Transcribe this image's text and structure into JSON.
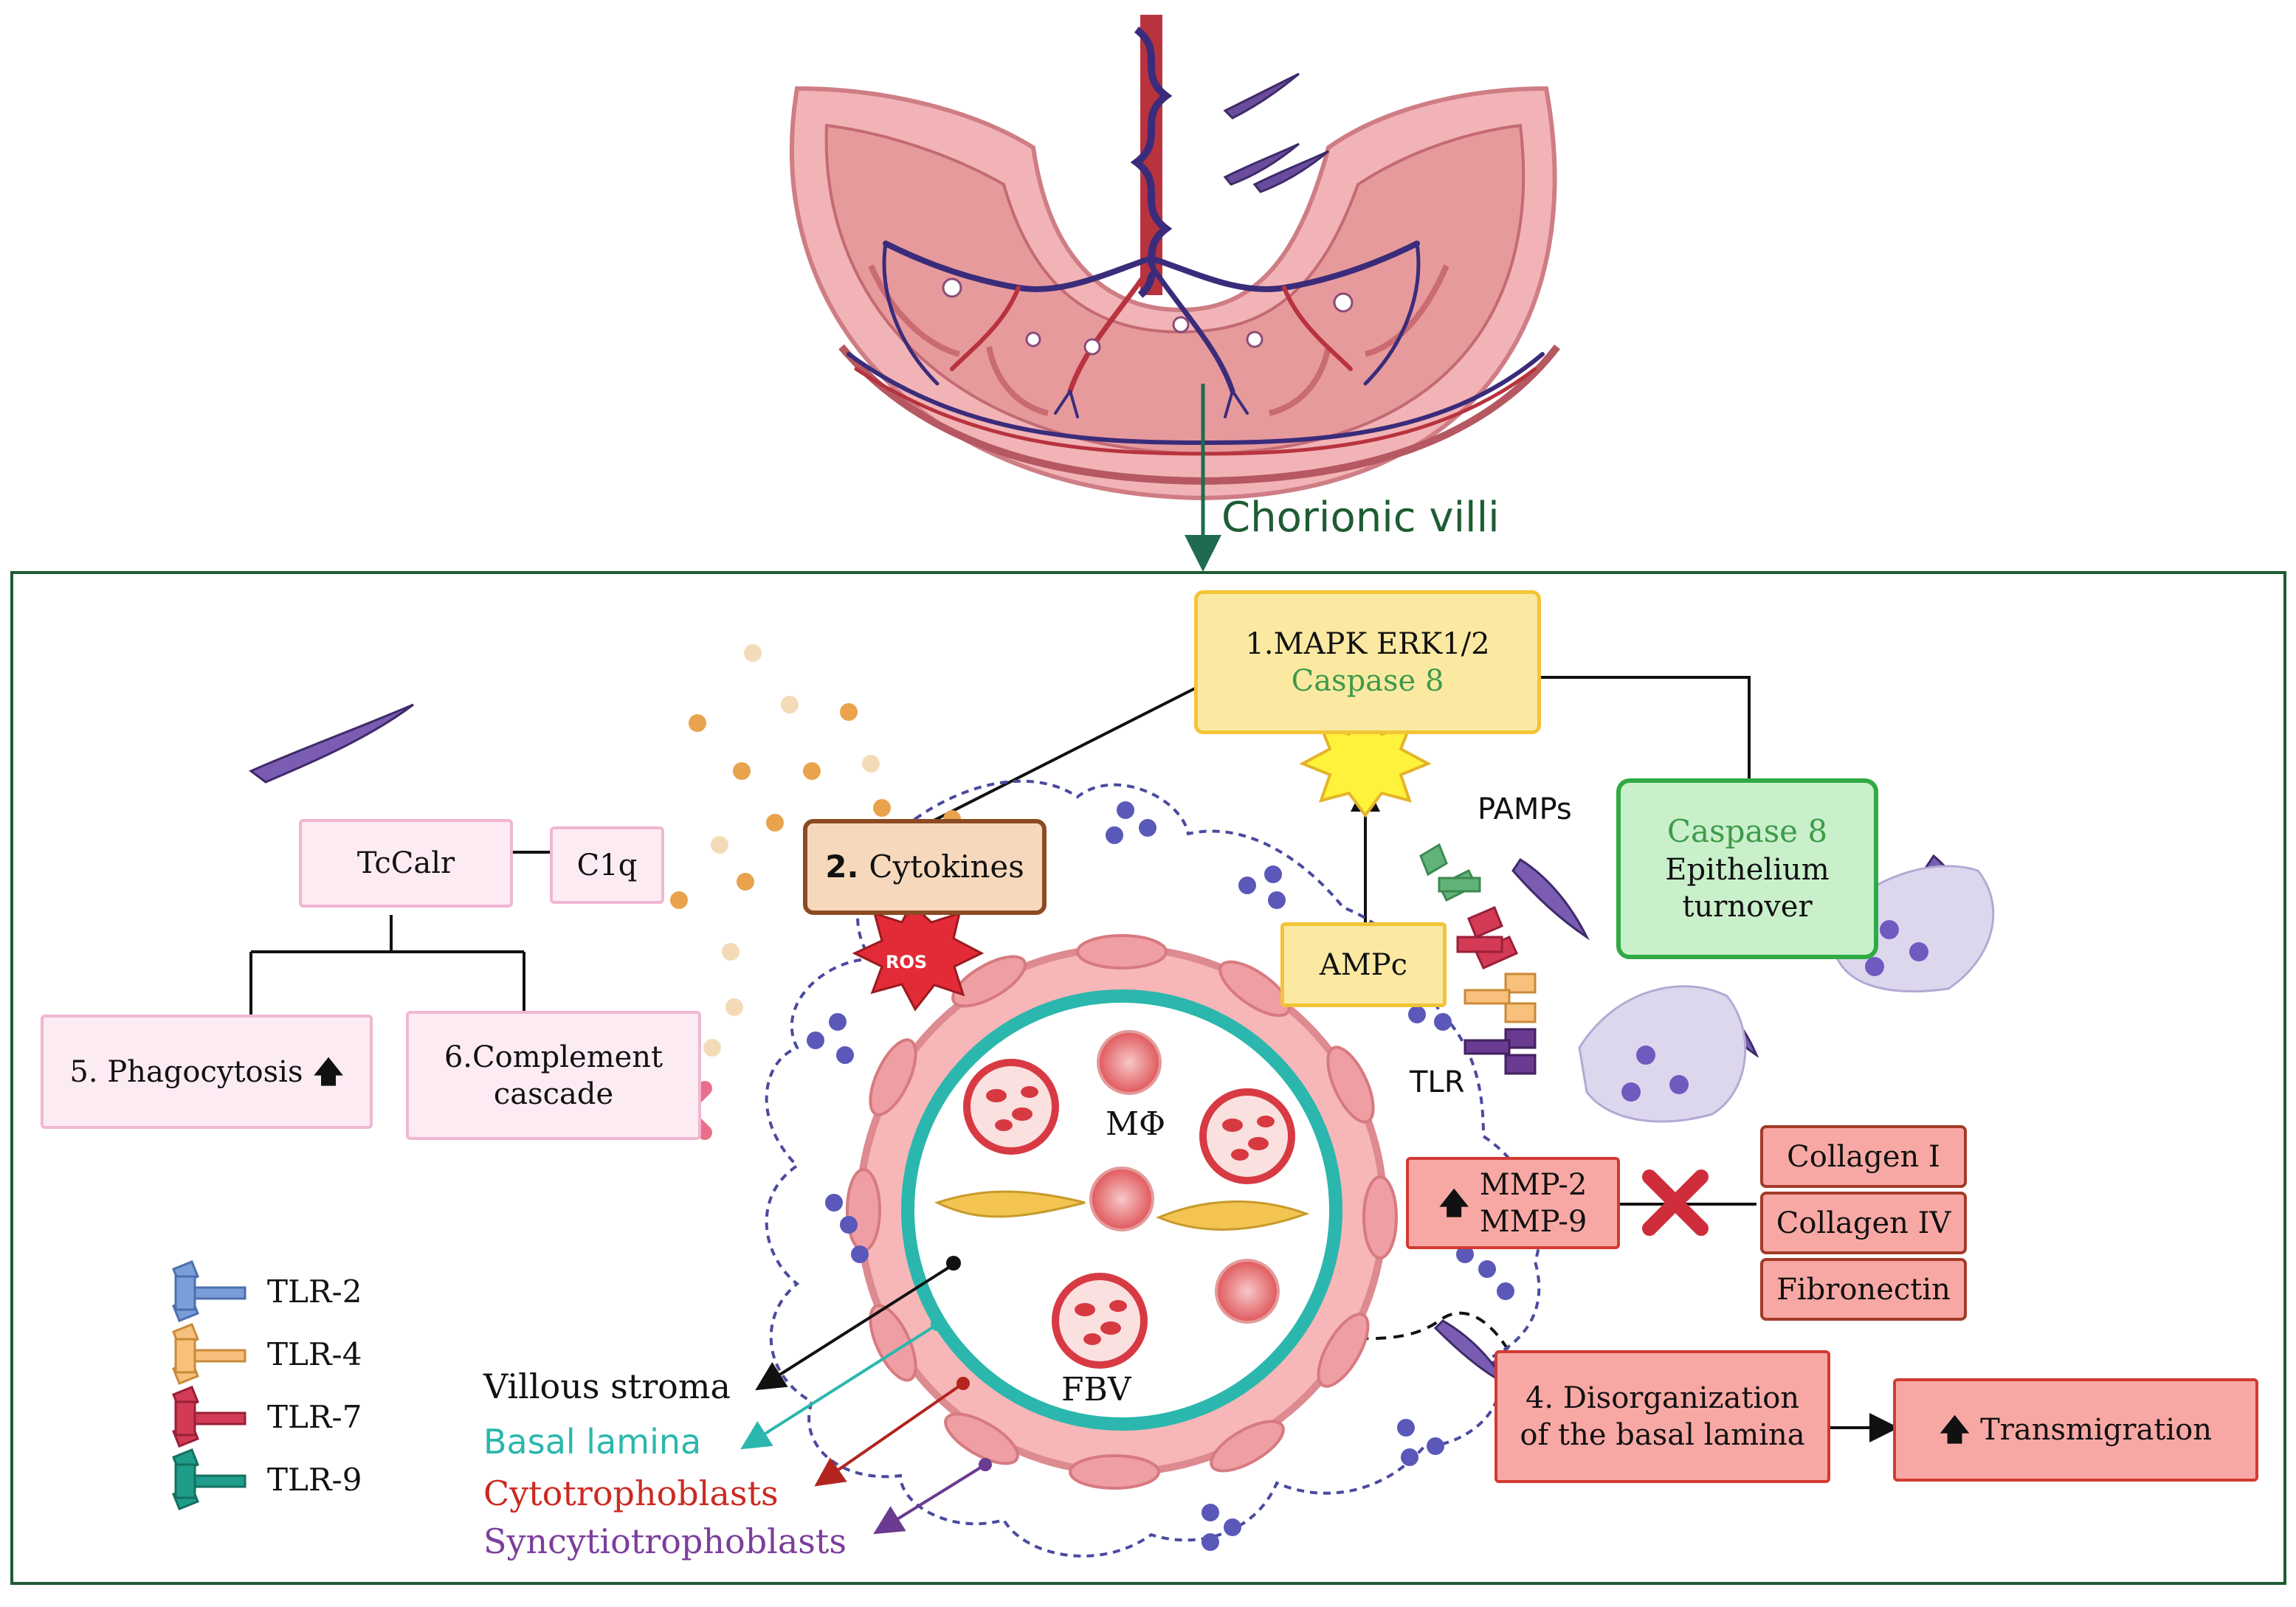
{
  "title_label": "Chorionic villi",
  "pathways": {
    "mapk": {
      "line1": "1.MAPK ERK1/2",
      "line2": "Caspase 8"
    },
    "cytokines": {
      "number": "2.",
      "label": "Cytokines"
    },
    "ros": "ROS",
    "pamps": "PAMPs",
    "tlr": "TLR",
    "ampc": "AMPc",
    "caspase_epithelium": {
      "line1": "Caspase 8",
      "line2": "Epithelium",
      "line3": "turnover"
    },
    "tccalr": "TcCalr",
    "c1q": "C1q",
    "phagocytosis": "5. Phagocytosis",
    "complement": {
      "line1": "6.Complement",
      "line2": "cascade"
    },
    "mmp": {
      "line1": "MMP-2",
      "line2": "MMP-9"
    },
    "collagen1": "Collagen I",
    "collagen4": "Collagen IV",
    "fibronectin": "Fibronectin",
    "disorganization": {
      "line1": "4. Disorganization",
      "line2": "of the basal lamina"
    },
    "transmigration": "Transmigration"
  },
  "villus": {
    "macrophage": "MΦ",
    "fbv": "FBV",
    "stroma": "Villous stroma",
    "basal_lamina": "Basal lamina",
    "cytotrophoblasts": "Cytotrophoblasts",
    "syncytiotrophoblasts": "Syncytiotrophoblasts"
  },
  "legend": [
    {
      "label": "TLR-2",
      "color": "#7a9ed8"
    },
    {
      "label": "TLR-4",
      "color": "#f7c07c"
    },
    {
      "label": "TLR-7",
      "color": "#d23a55"
    },
    {
      "label": "TLR-9",
      "color": "#1f9c8a"
    }
  ],
  "colors": {
    "frame": "#1e5c34",
    "title": "#1e5c34",
    "basal_lamina": "#2bb7ad",
    "cytotrophoblasts": "#cc2a22",
    "syncytiotrophoblasts": "#7c3e9c",
    "parasite": "#5e3d8c"
  }
}
